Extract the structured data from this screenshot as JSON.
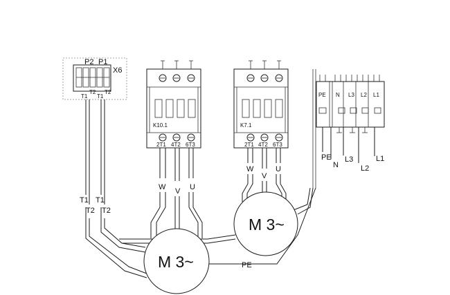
{
  "terminal_x6": {
    "name": "X6",
    "top_labels": [
      "P2",
      "P1"
    ],
    "bottom_labels": [
      "T1",
      "T2",
      "T1",
      "T2"
    ]
  },
  "contactor_left": {
    "name": "K10.1",
    "terminal_labels": [
      "2T1",
      "4T2",
      "6T3"
    ],
    "phase_labels": [
      "W",
      "V",
      "U"
    ]
  },
  "contactor_right": {
    "name": "K7.1",
    "terminal_labels": [
      "2T1",
      "4T2",
      "6T3"
    ],
    "phase_labels": [
      "W",
      "V",
      "U"
    ]
  },
  "supply_block": {
    "terminal_labels": [
      "PE",
      "N",
      "L3",
      "L2",
      "L1"
    ],
    "wire_labels": [
      "PE",
      "N",
      "L3",
      "L2",
      "L1"
    ]
  },
  "motor_left": {
    "label": "M 3~"
  },
  "motor_right": {
    "label": "M 3~"
  },
  "thermal_wires": {
    "labels": [
      "T1",
      "T1",
      "T2",
      "T2"
    ]
  },
  "pe_wire": {
    "label": "PE"
  }
}
